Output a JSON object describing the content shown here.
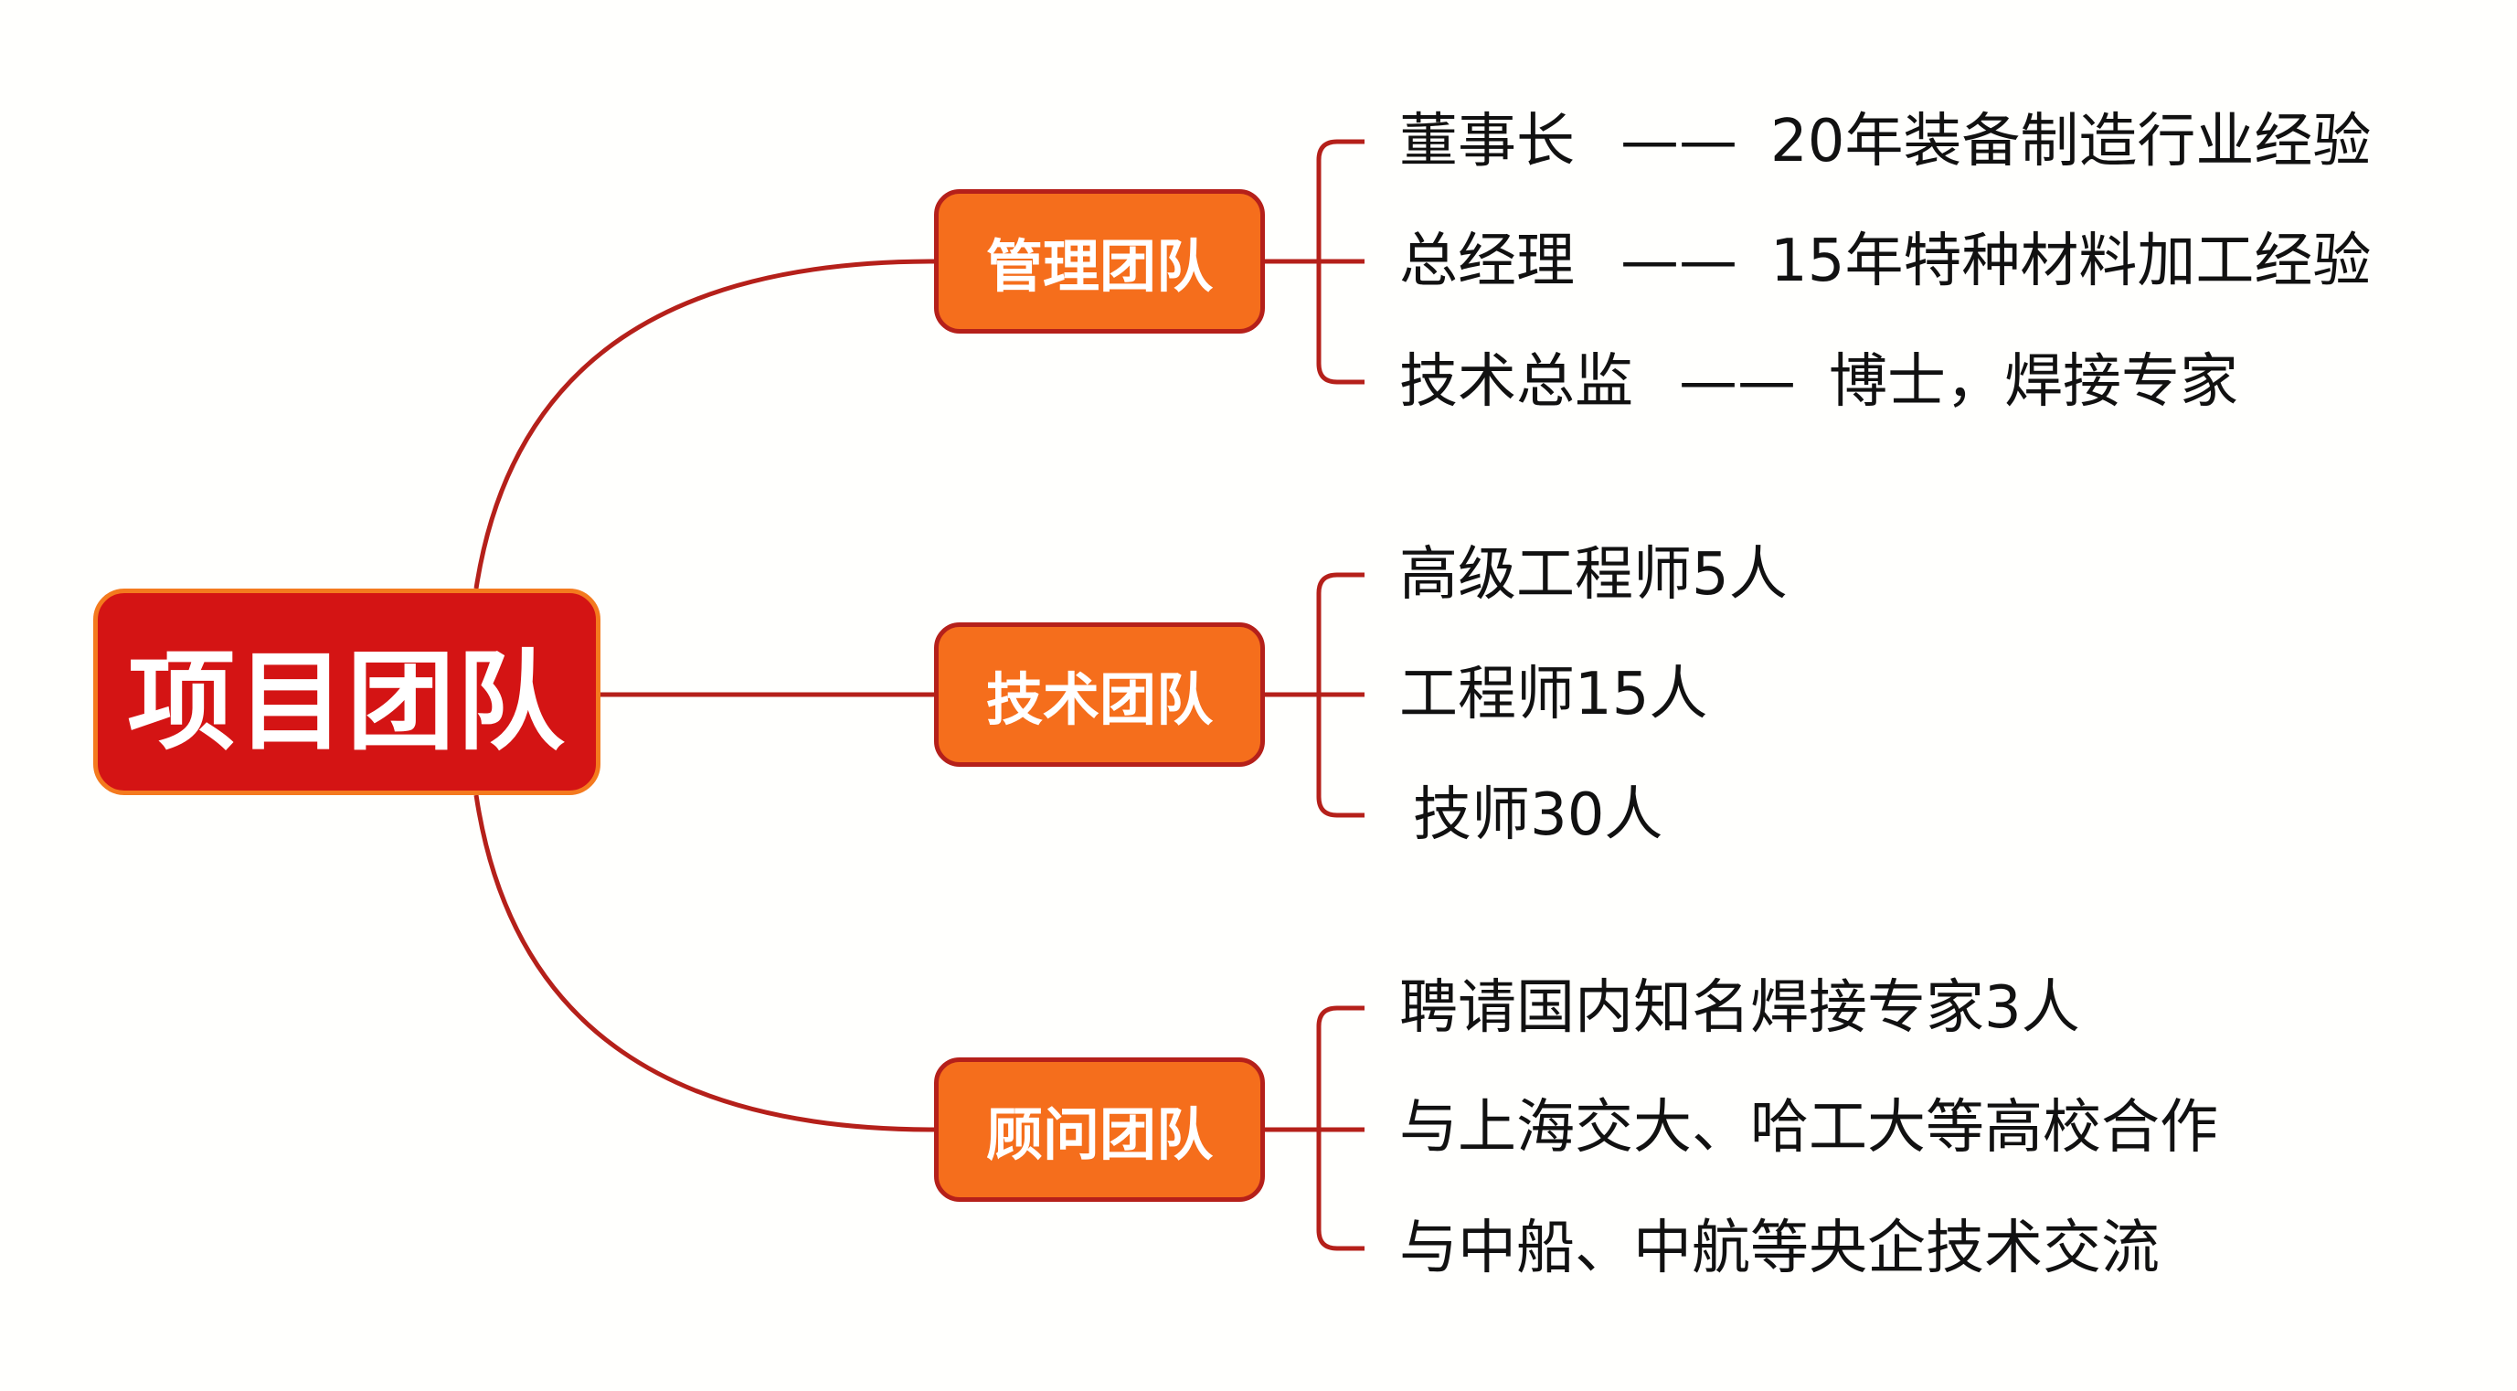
{
  "root": {
    "label": "项目团队"
  },
  "branches": [
    {
      "label": "管理团队",
      "items": [
        {
          "role": "董事长",
          "sep": "——",
          "detail": "20年装备制造行业经验"
        },
        {
          "role": "总经理",
          "sep": "——",
          "detail": "15年特种材料加工经验"
        },
        {
          "role": "技术总监",
          "sep": "——",
          "detail": "博士，焊接专家"
        }
      ]
    },
    {
      "label": "技术团队",
      "items": [
        {
          "text": "高级工程师5人"
        },
        {
          "text": "工程师15人"
        },
        {
          "text": "技师30人"
        }
      ]
    },
    {
      "label": "顾问团队",
      "items": [
        {
          "text": "聘请国内知名焊接专家3人"
        },
        {
          "text": "与上海交大、哈工大等高校合作"
        },
        {
          "text": "与中船、中航等央企技术交流"
        }
      ]
    }
  ],
  "colors": {
    "root": "#d41414",
    "branch": "#f56e1c",
    "line": "#b5201a"
  }
}
